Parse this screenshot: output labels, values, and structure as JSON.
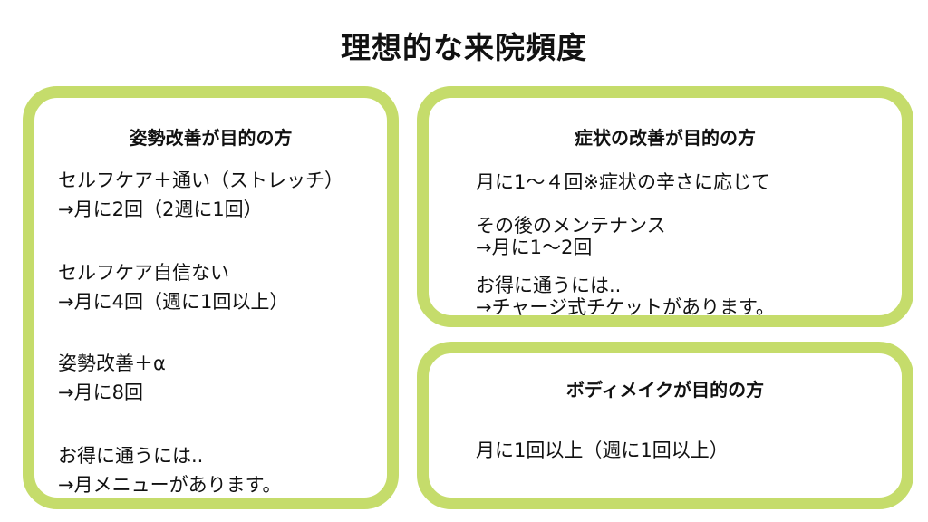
{
  "title": "理想的な来院頻度",
  "cards": {
    "posture": {
      "title": "姿勢改善が目的の方",
      "items": [
        {
          "line1": "セルフケア＋通い（ストレッチ）",
          "line2": "→月に2回（2週に1回）"
        },
        {
          "line1": "セルフケア自信ない",
          "line2": "→月に4回（週に1回以上）"
        },
        {
          "line1": "姿勢改善＋α",
          "line2": "→月に8回"
        },
        {
          "line1": "お得に通うには..",
          "line2": "→月メニューがあります。"
        }
      ]
    },
    "symptom": {
      "title": "症状の改善が目的の方",
      "items": [
        {
          "line1": "月に1〜４回※症状の辛さに応じて"
        },
        {
          "line1": "その後のメンテナンス",
          "line2": "→月に1〜2回"
        },
        {
          "line1": "お得に通うには..",
          "line2": "→チャージ式チケットがあります。"
        }
      ]
    },
    "body": {
      "title": "ボディメイクが目的の方",
      "items": [
        {
          "line1": "月に1回以上（週に1回以上）"
        }
      ]
    }
  },
  "colors": {
    "card_border": "#c5dc6b",
    "text": "#111111",
    "background": "#ffffff"
  }
}
